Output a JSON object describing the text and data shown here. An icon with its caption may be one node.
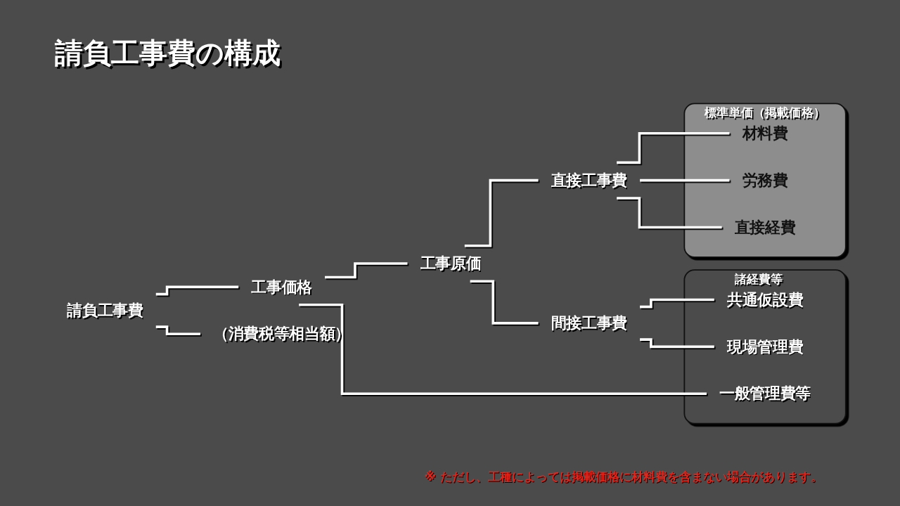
{
  "diagram": {
    "title": "請負工事費の構成",
    "nodes": [
      {
        "text": [
          "請負工事費"
        ]
      },
      {
        "text": [
          "工事価格"
        ]
      },
      {
        "text": [
          "（消費税等相当額）"
        ]
      },
      {
        "text": [
          "工事原価"
        ]
      },
      {
        "text": [
          "直接工事費"
        ]
      },
      {
        "text": [
          "間接工事費"
        ]
      },
      {
        "text": [
          "標準単価（掲載価格）"
        ]
      },
      {
        "text": [
          "材料費"
        ],
        "in": 6
      },
      {
        "text": [
          "労務費"
        ],
        "in": 6
      },
      {
        "text": [
          "直接経費"
        ],
        "in": 6
      },
      {
        "text": [
          "諸経費等"
        ]
      },
      {
        "text": [
          "共通仮設費"
        ],
        "in": 10
      },
      {
        "text": [
          "現場管理費"
        ],
        "in": 10
      },
      {
        "text": [
          "一般管理費等"
        ],
        "in": 10
      }
    ],
    "edges": [
      {
        "from": 0,
        "to": 1,
        "arrow": "none"
      },
      {
        "from": 0,
        "to": 2,
        "arrow": "none"
      },
      {
        "from": 1,
        "to": 3,
        "arrow": "none"
      },
      {
        "from": 1,
        "to": 13,
        "arrow": "none"
      },
      {
        "from": 3,
        "to": 4,
        "arrow": "none"
      },
      {
        "from": 3,
        "to": 5,
        "arrow": "none"
      },
      {
        "from": 4,
        "to": 7,
        "arrow": "none"
      },
      {
        "from": 4,
        "to": 8,
        "arrow": "none"
      },
      {
        "from": 4,
        "to": 9,
        "arrow": "none"
      },
      {
        "from": 5,
        "to": 11,
        "arrow": "none"
      },
      {
        "from": 5,
        "to": 12,
        "arrow": "none"
      }
    ],
    "labels": [
      "※ ただし、工種によっては掲載価格に材料費を含まない場合があります。"
    ]
  }
}
